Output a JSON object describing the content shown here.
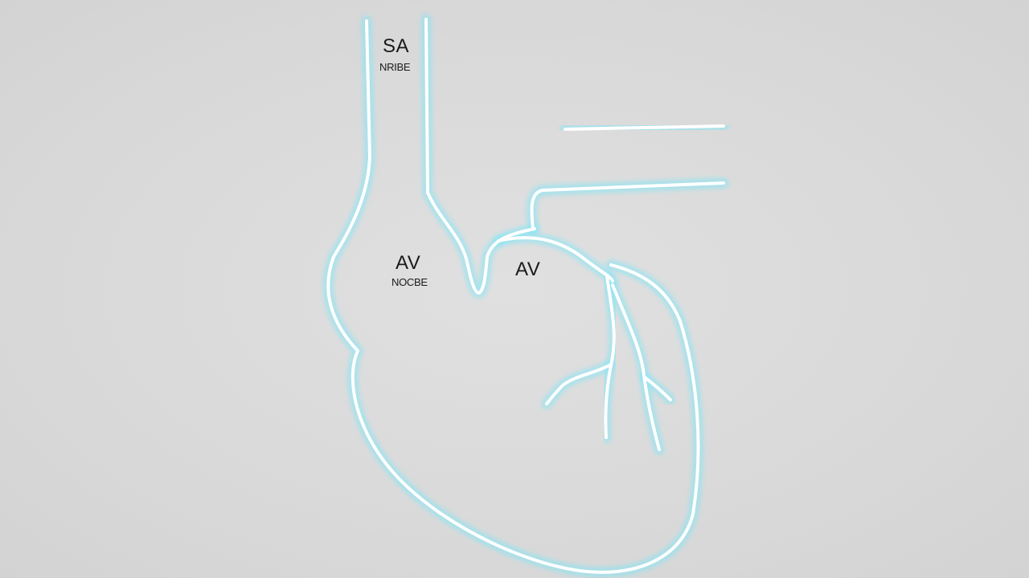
{
  "labels": {
    "sa_main": "SA",
    "sa_sub": "NRIBE",
    "av_left_main": "AV",
    "av_left_sub": "NOCBE",
    "av_right": "AV"
  },
  "colors": {
    "background": "#d9d9d9",
    "glow": "#7fe6f7",
    "core": "#ffffff",
    "text": "#1a1a1a"
  }
}
